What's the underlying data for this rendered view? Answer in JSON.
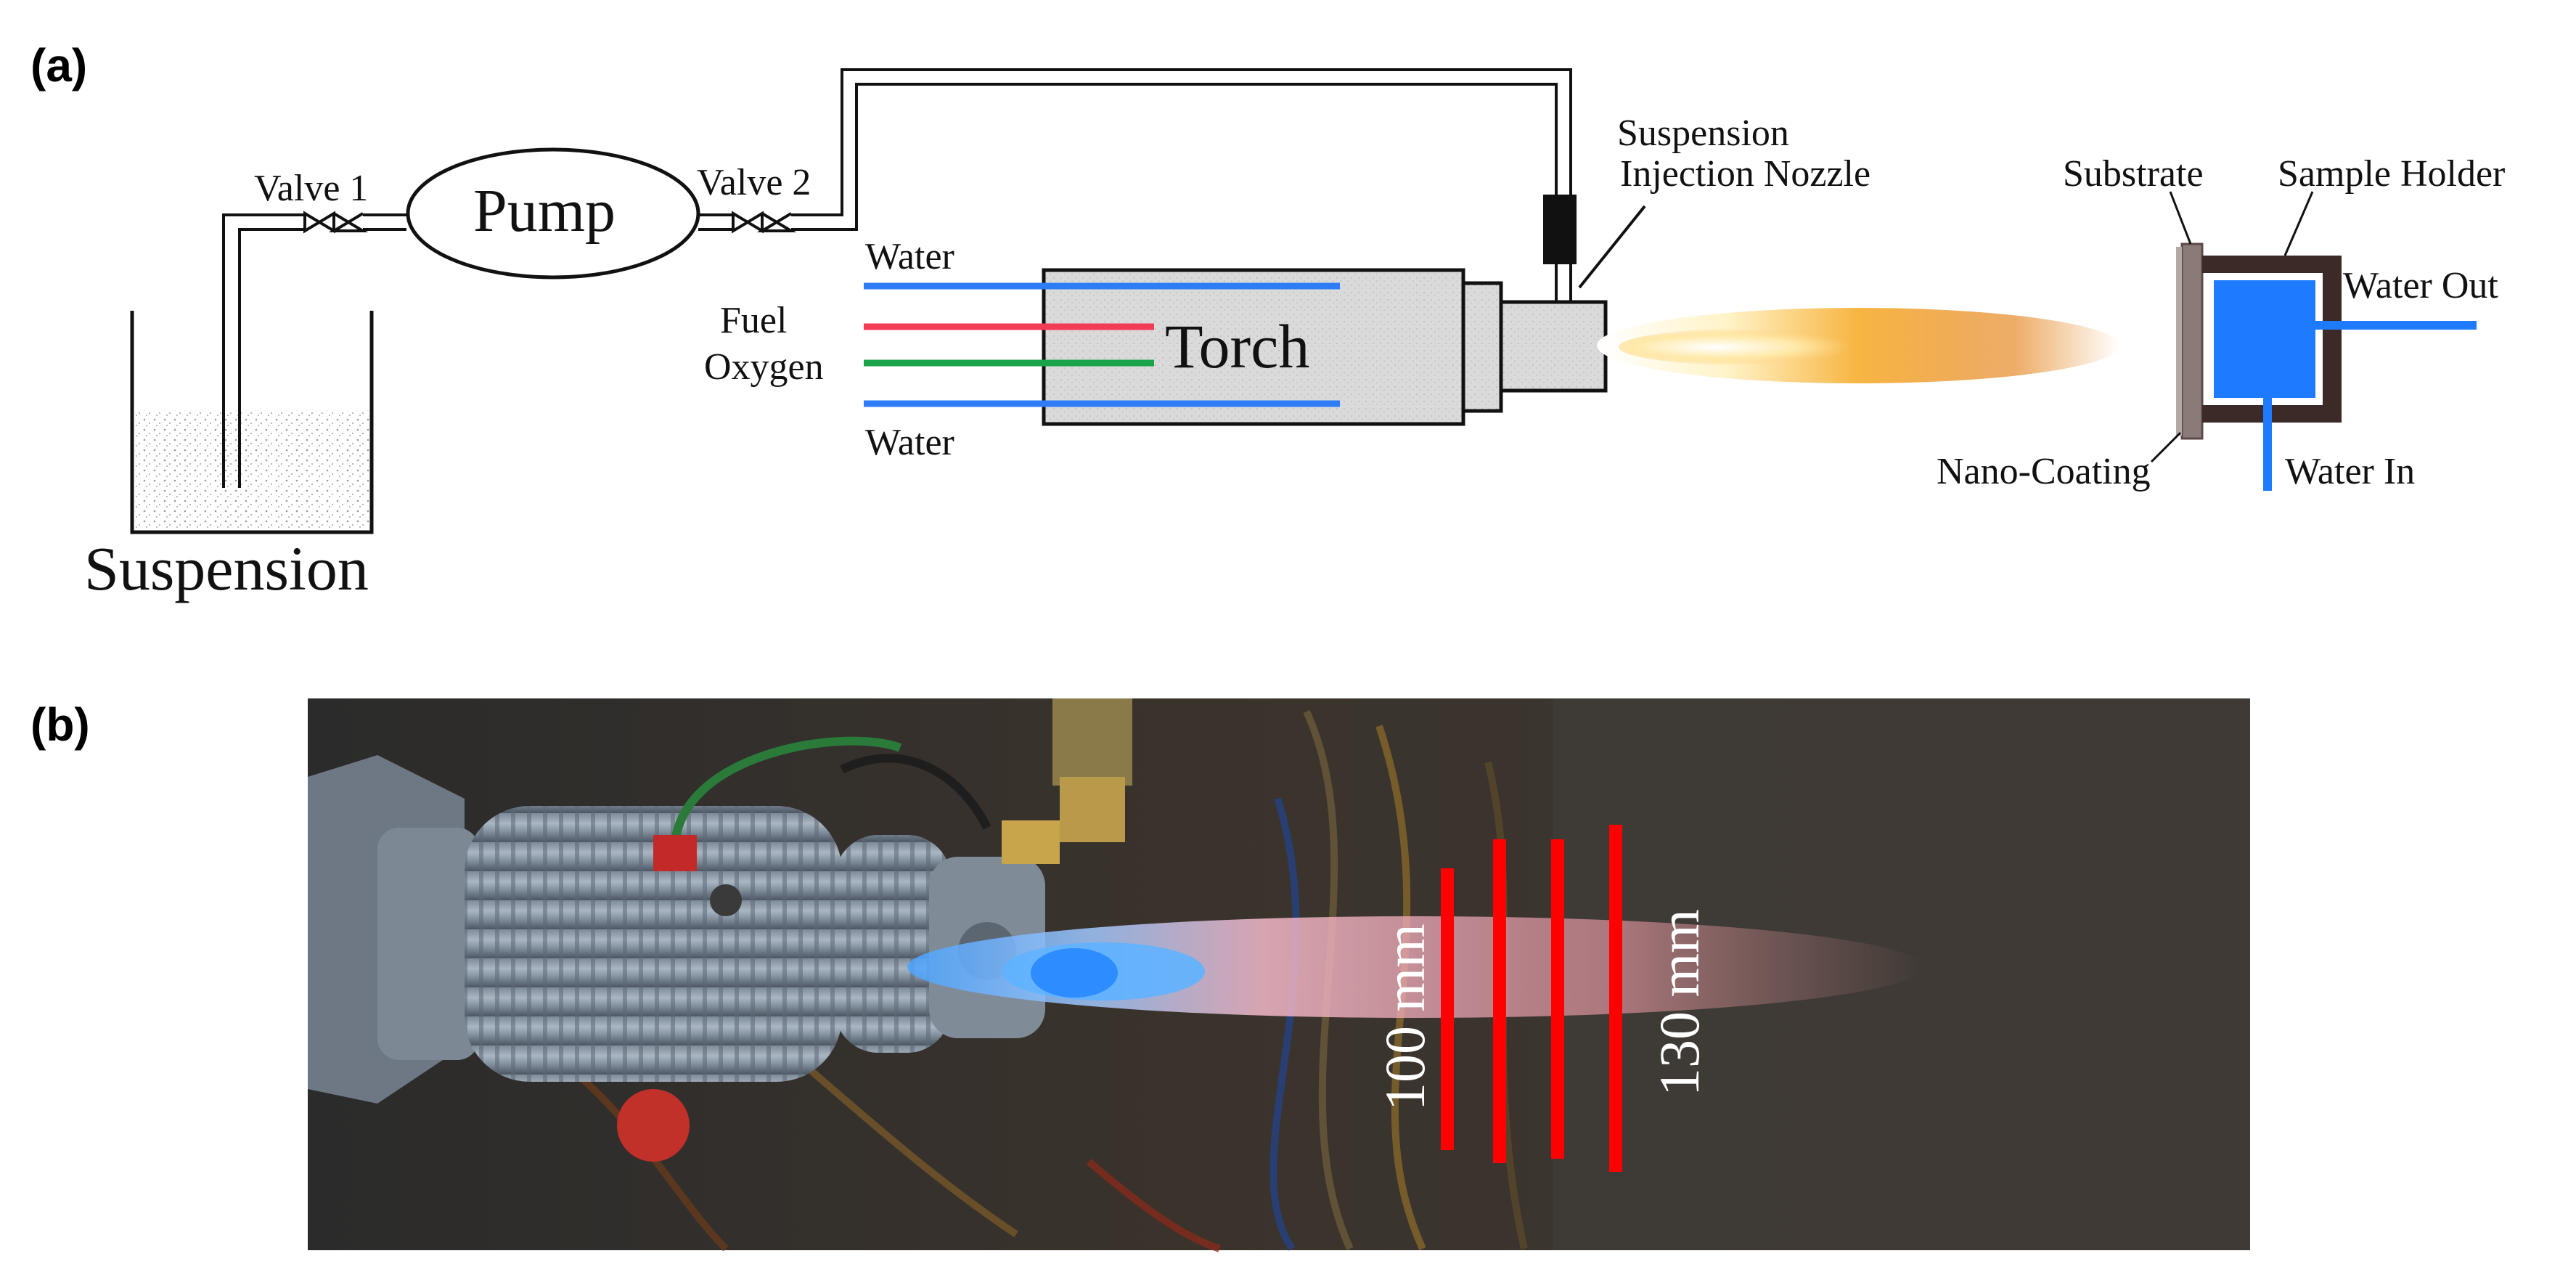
{
  "panel_a": {
    "label": "(a)",
    "suspension": "Suspension",
    "valve1": "Valve 1",
    "pump": "Pump",
    "valve2": "Valve 2",
    "water_top": "Water",
    "fuel": "Fuel",
    "oxygen": "Oxygen",
    "water_bottom": "Water",
    "torch": "Torch",
    "nozzle_line1": "Suspension",
    "nozzle_line2": "Injection Nozzle",
    "substrate": "Substrate",
    "sample_holder": "Sample Holder",
    "water_out": "Water Out",
    "water_in": "Water In",
    "nano_coating": "Nano-Coating",
    "colors": {
      "water_line": "#2f7df6",
      "fuel_line": "#f23b57",
      "oxygen_line": "#1aa34a",
      "holder": "#3b2a28",
      "coolant": "#1e7bff",
      "flame": "#f29a2e"
    }
  },
  "panel_b": {
    "label": "(b)",
    "dist_left": "100 mm",
    "dist_right": "130 mm",
    "marker_color": "#ff0000"
  }
}
